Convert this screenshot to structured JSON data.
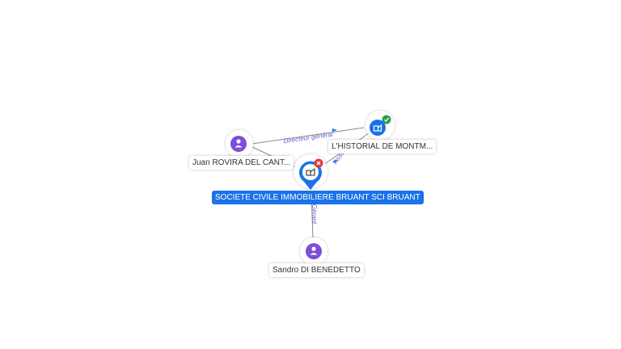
{
  "nodes": {
    "company_main": {
      "label": "SOCIETE CIVILE IMMOBILIERE BRUANT SCI BRUANT",
      "icon": "building-icon",
      "badge": "closed-badge"
    },
    "company_other": {
      "label": "L'HISTORIAL DE MONTM...",
      "icon": "building-icon",
      "badge": "active-badge"
    },
    "person_juan": {
      "label": "Juan ROVIRA DEL CANT...",
      "icon": "person-icon"
    },
    "person_sandro": {
      "label": "Sandro DI BENEDETTO",
      "icon": "person-icon"
    }
  },
  "edges": {
    "directeur": "Directeur général",
    "gerant": "Gérant",
    "associe": "Associé"
  },
  "colors": {
    "main_blue": "#1a73e8",
    "person_purple": "#7b4fd6",
    "edge_gray": "#8a8a8a",
    "edge_text": "#6a5acd",
    "badge_red": "#e53935",
    "badge_green": "#2e9c4d"
  }
}
